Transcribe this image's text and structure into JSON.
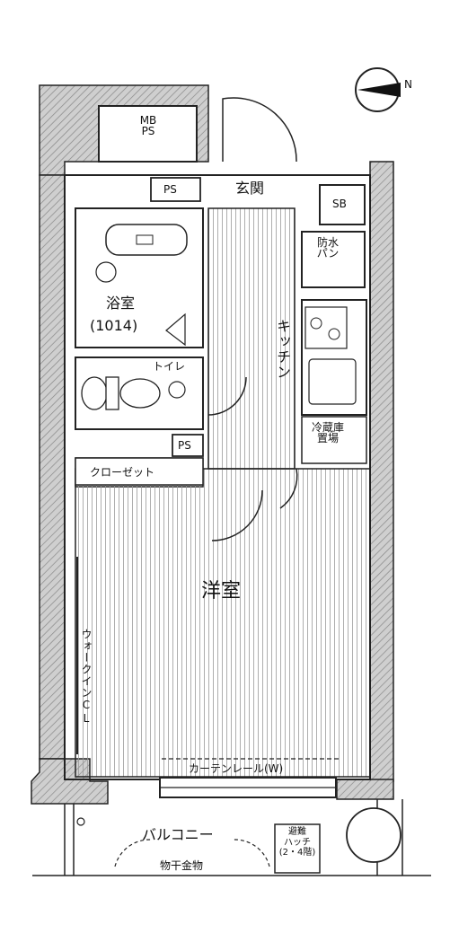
{
  "rooms": {
    "mbps_line1": "MB",
    "mbps_line2": "PS",
    "ps_top": "PS",
    "genkan": "玄関",
    "sb": "SB",
    "bous_line1": "防水",
    "bous_line2": "パン",
    "yokushitsu": "浴室",
    "yokushitsu_size": "(1014)",
    "toilet": "トイレ",
    "kitchen": "キッチン",
    "reizoko_line1": "冷蔵庫",
    "reizoko_line2": "置場",
    "ps_mid": "PS",
    "closet": "クローゼット",
    "yoshitsu": "洋室",
    "walk_in": "ウォークインCL",
    "curtain_rail": "カーテンレール(W)",
    "balcony": "バルコニー",
    "hoshikanamono": "物干金物",
    "hinan_line1": "避難",
    "hinan_line2": "ハッチ",
    "hinan_line3": "(2・4階)",
    "north_label": "N"
  }
}
